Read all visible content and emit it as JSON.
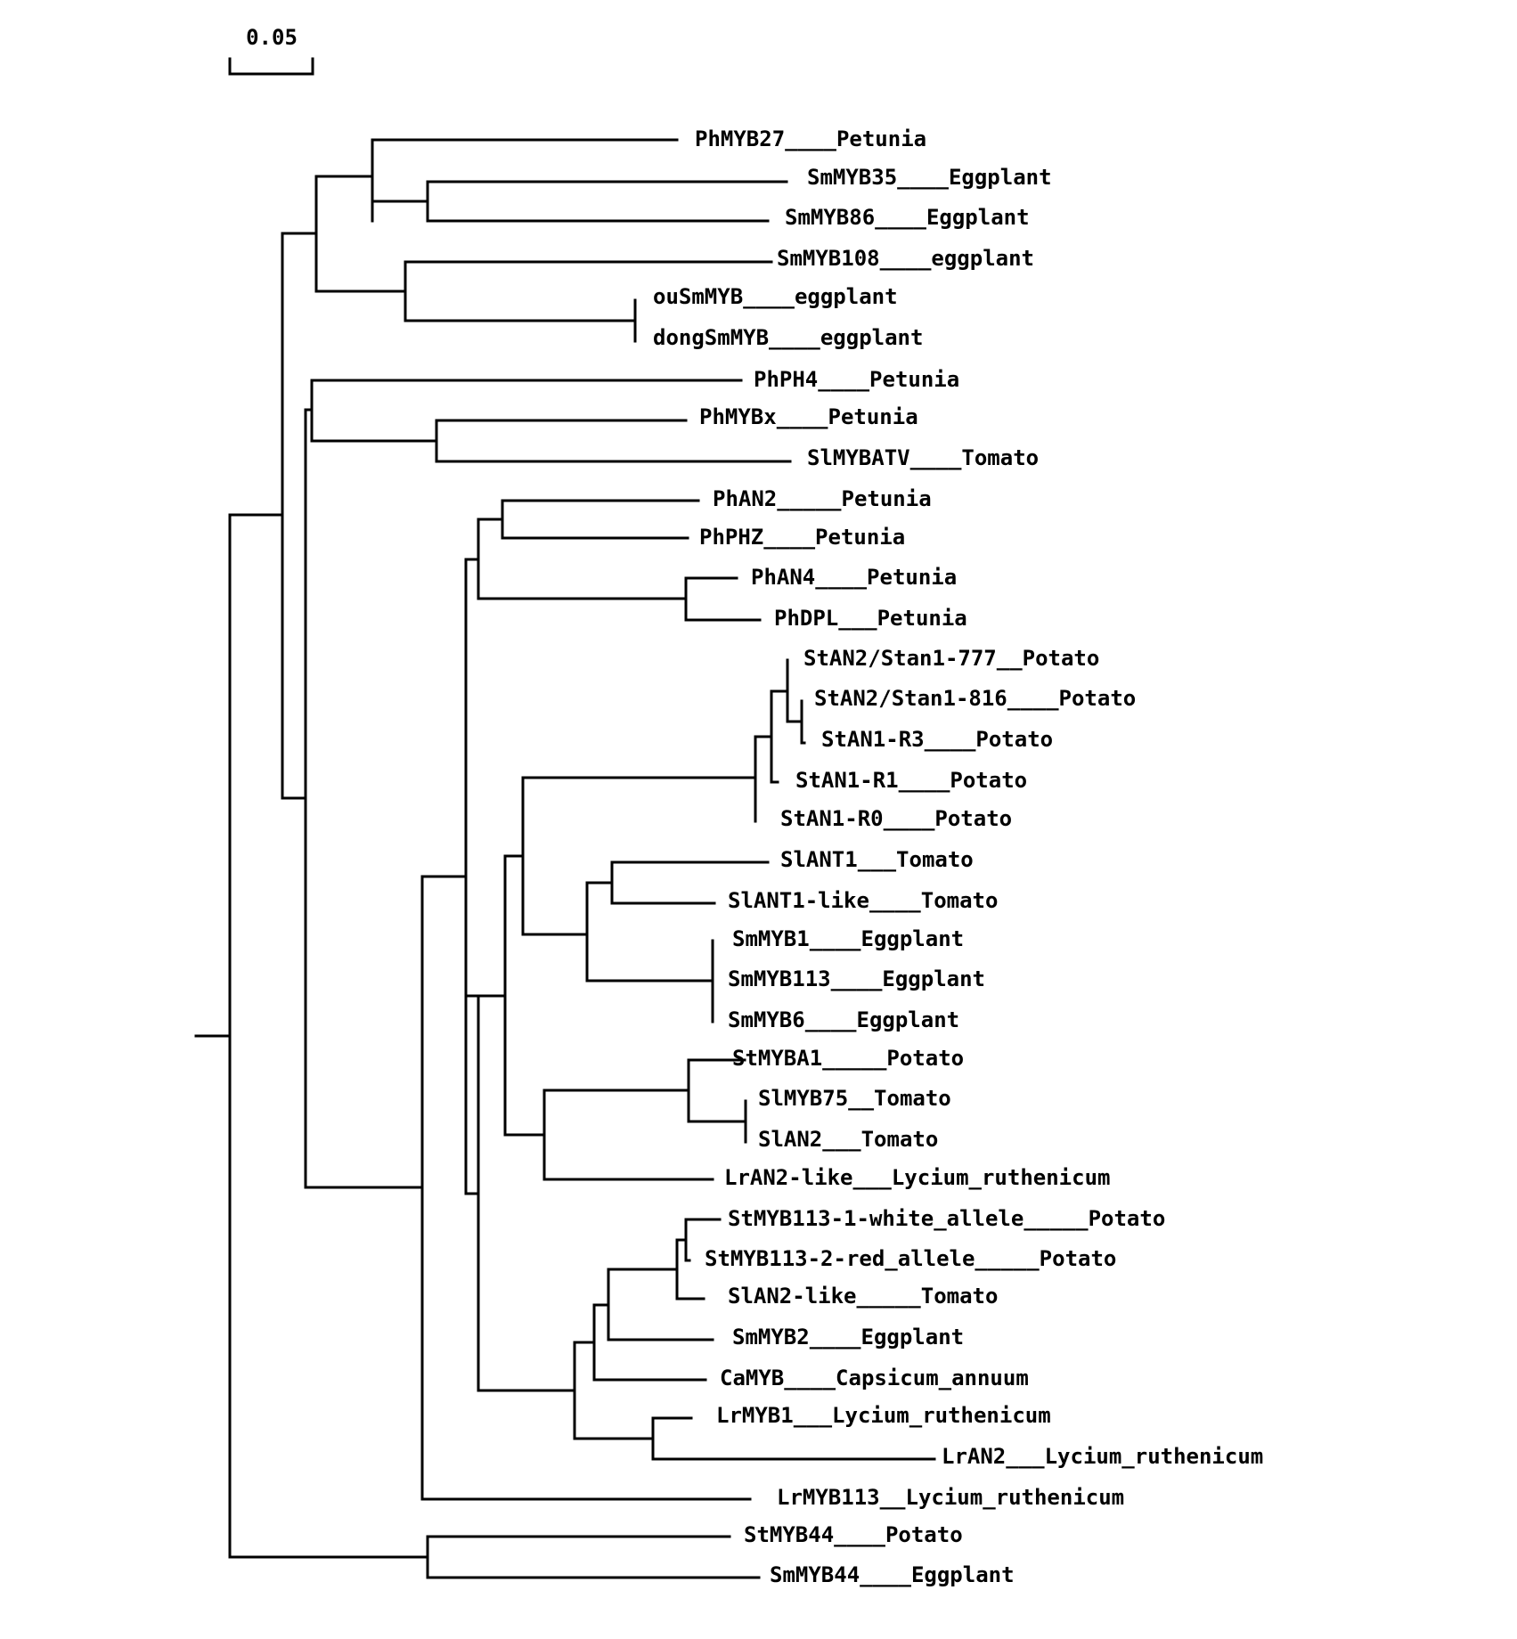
{
  "scale_bar": {
    "label": "0.05",
    "length": 0.05
  },
  "taxa": [
    "PhMYB27____Petunia",
    "SmMYB35____Eggplant",
    "SmMYB86____Eggplant",
    "SmMYB108____eggplant",
    "ouSmMYB____eggplant",
    "dongSmMYB____eggplant",
    "PhPH4____Petunia",
    "PhMYBx____Petunia",
    "SlMYBATV____Tomato",
    "PhAN2_____Petunia",
    "PhPHZ____Petunia",
    "PhAN4____Petunia",
    "PhDPL___Petunia",
    "StAN2/Stan1-777__Potato",
    "StAN2/Stan1-816____Potato",
    "StAN1-R3____Potato",
    "StAN1-R1____Potato",
    "StAN1-R0____Potato",
    "SlANT1___Tomato",
    "SlANT1-like____Tomato",
    "SmMYB1____Eggplant",
    "SmMYB113____Eggplant",
    "SmMYB6____Eggplant",
    "StMYBA1_____Potato",
    "SlMYB75__Tomato",
    "SlAN2___Tomato",
    "LrAN2-like___Lycium_ruthenicum",
    "StMYB113-1-white_allele_____Potato",
    "StMYB113-2-red_allele_____Potato",
    "SlAN2-like_____Tomato",
    "SmMYB2____Eggplant",
    "CaMYB____Capsicum_annuum",
    "LrMYB1___Lycium_ruthenicum",
    "LrAN2___Lycium_ruthenicum",
    "LrMYB113__Lycium_ruthenicum",
    "StMYB44____Potato",
    "SmMYB44____Eggplant"
  ]
}
